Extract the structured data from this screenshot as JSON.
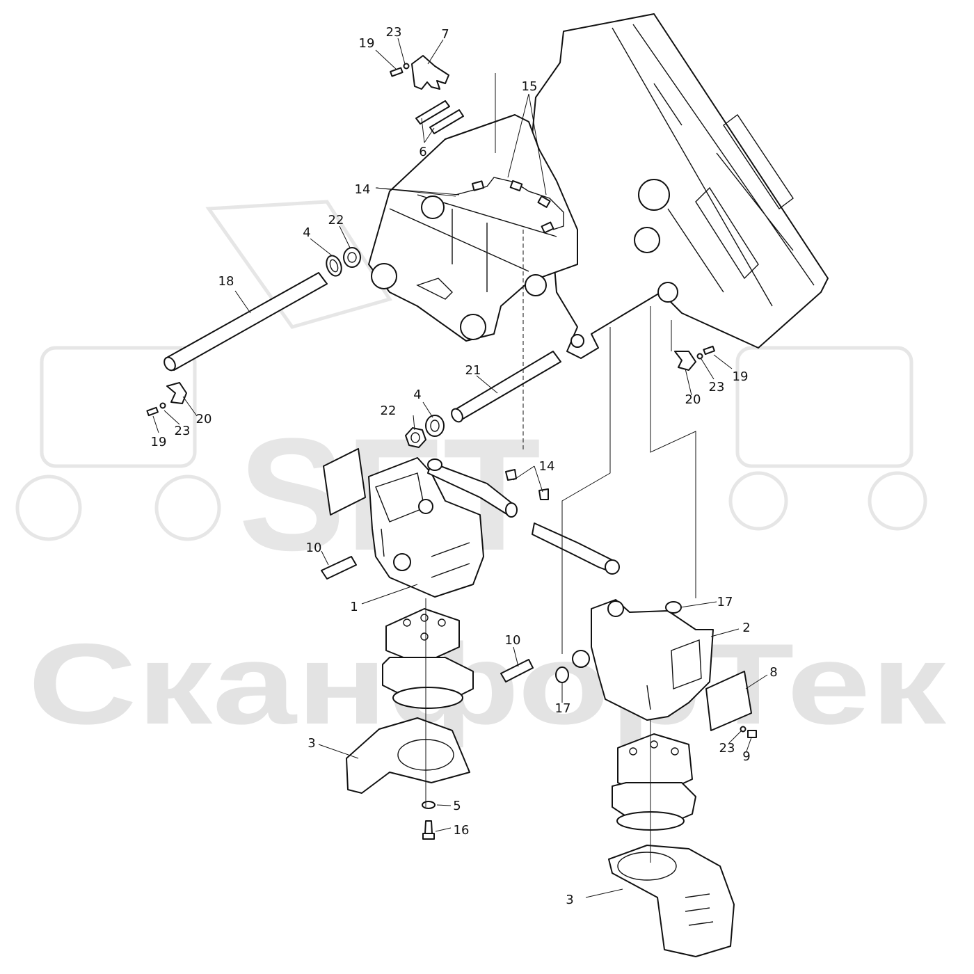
{
  "watermark": {
    "brand": "SFT",
    "name": "СканфорТек"
  },
  "callouts": [
    {
      "id": "c1",
      "label": "23"
    },
    {
      "id": "c2",
      "label": "7"
    },
    {
      "id": "c3",
      "label": "19"
    },
    {
      "id": "c4",
      "label": "6"
    },
    {
      "id": "c5",
      "label": "15"
    },
    {
      "id": "c6",
      "label": "14"
    },
    {
      "id": "c7",
      "label": "4"
    },
    {
      "id": "c8",
      "label": "22"
    },
    {
      "id": "c9",
      "label": "18"
    },
    {
      "id": "c10",
      "label": "20"
    },
    {
      "id": "c11",
      "label": "19"
    },
    {
      "id": "c12",
      "label": "23"
    },
    {
      "id": "c13",
      "label": "21"
    },
    {
      "id": "c14",
      "label": "22"
    },
    {
      "id": "c15",
      "label": "4"
    },
    {
      "id": "c16",
      "label": "14"
    },
    {
      "id": "c17",
      "label": "10"
    },
    {
      "id": "c18",
      "label": "1"
    },
    {
      "id": "c19",
      "label": "20"
    },
    {
      "id": "c20",
      "label": "23"
    },
    {
      "id": "c21",
      "label": "19"
    },
    {
      "id": "c22",
      "label": "17"
    },
    {
      "id": "c23",
      "label": "2"
    },
    {
      "id": "c24",
      "label": "10"
    },
    {
      "id": "c25",
      "label": "17"
    },
    {
      "id": "c26",
      "label": "8"
    },
    {
      "id": "c27",
      "label": "3"
    },
    {
      "id": "c28",
      "label": "5"
    },
    {
      "id": "c29",
      "label": "16"
    },
    {
      "id": "c30",
      "label": "23"
    },
    {
      "id": "c31",
      "label": "9"
    },
    {
      "id": "c32",
      "label": "3"
    }
  ]
}
